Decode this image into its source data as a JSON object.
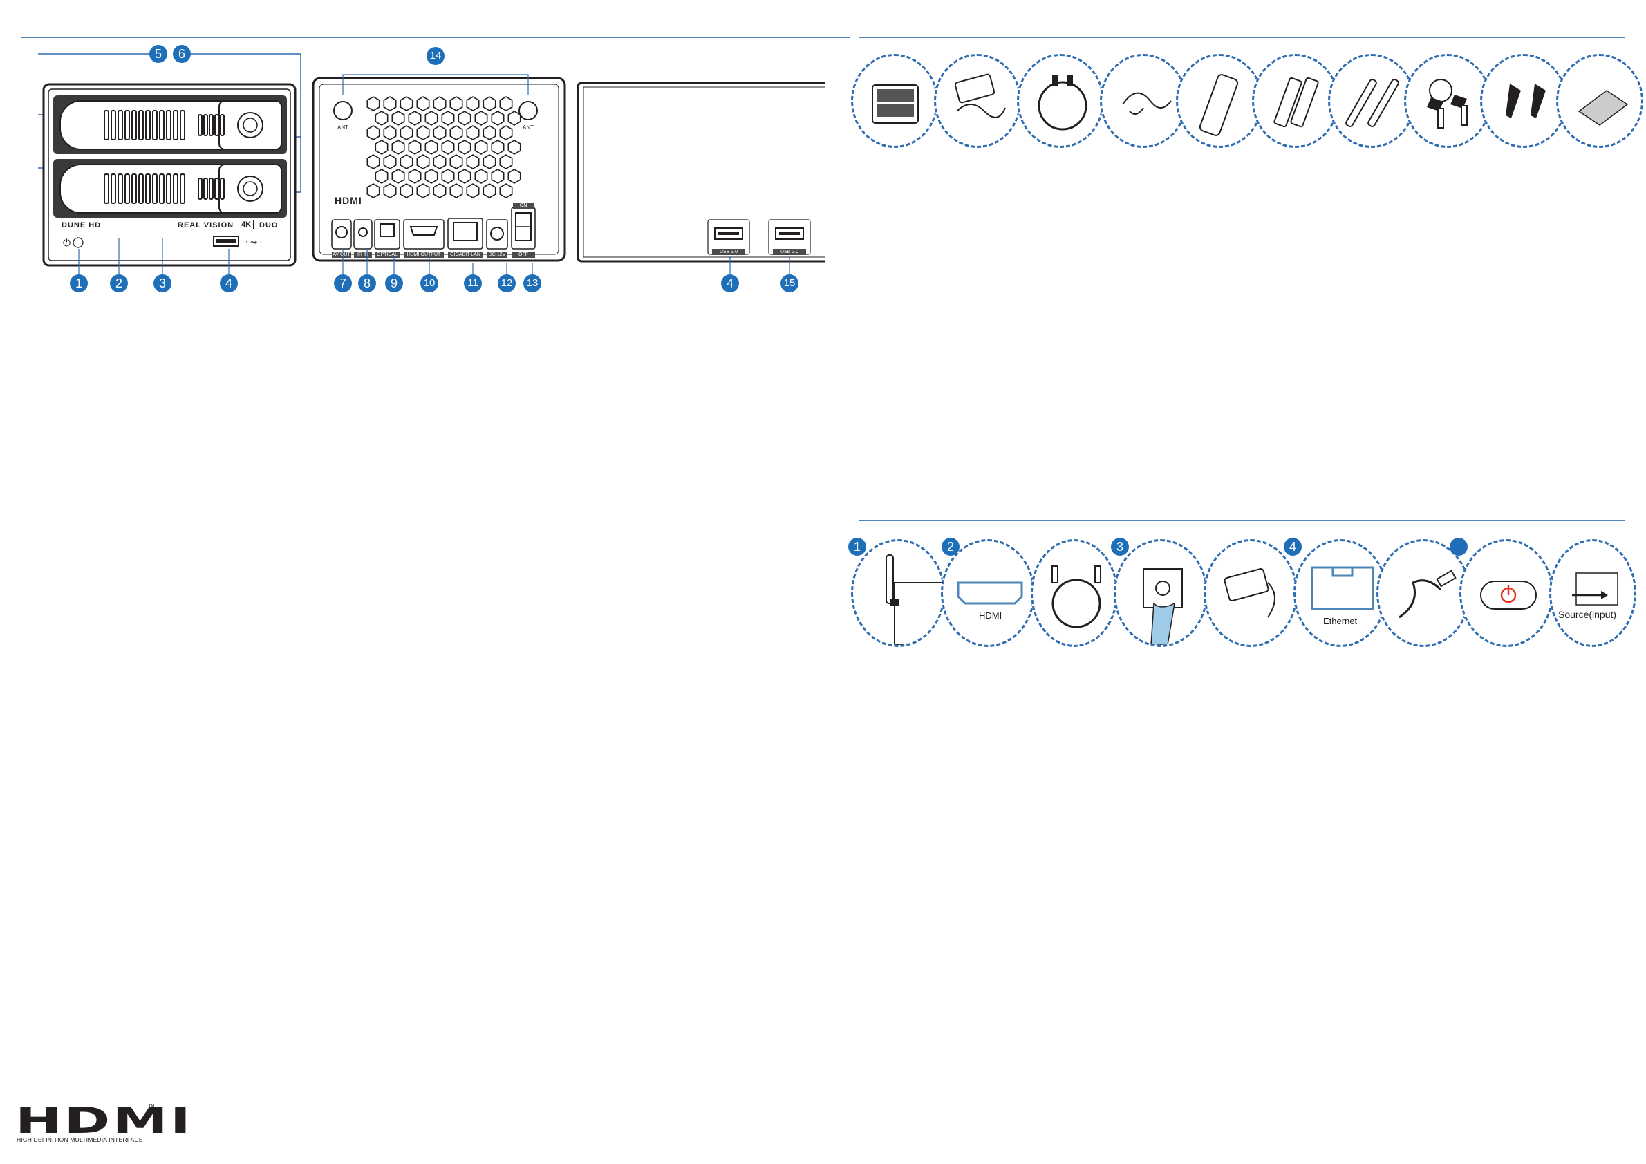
{
  "front_panel": {
    "brand": "DUNE HD",
    "model_prefix": "REAL VISION",
    "model_4k": "4K",
    "model_suffix": "DUO"
  },
  "rear_panel": {
    "ant_left": "ANT",
    "ant_right": "ANT",
    "hdmi_logo": "HDMI",
    "on_label": "ON",
    "ports": [
      "AV OUT",
      "IR IN",
      "OPTICAL",
      "HDMI OUTPUT",
      "GIGABIT LAN",
      "DC 12V",
      "OFF"
    ]
  },
  "side_panel": {
    "ports": [
      "USB 3.0",
      "USB 2.0"
    ]
  },
  "callouts": {
    "front": [
      "1",
      "2",
      "3",
      "4",
      "5",
      "6"
    ],
    "rear": [
      "7",
      "8",
      "9",
      "10",
      "11",
      "12",
      "13",
      "14"
    ],
    "side": [
      "4",
      "15"
    ]
  },
  "setup_steps": {
    "badges": [
      "1",
      "2",
      "3",
      "4",
      ""
    ],
    "hdmi_label": "HDMI",
    "ethernet_label": "Ethernet",
    "source_label": "Source(input)"
  },
  "footer_logo": {
    "wordmark": "HDMI",
    "tm": "™",
    "tagline": "HIGH DEFINITION MULTIMEDIA INTERFACE"
  },
  "colors": {
    "accent": "#1e6fb8",
    "rule": "#4f86b9",
    "power": "#e63323"
  }
}
